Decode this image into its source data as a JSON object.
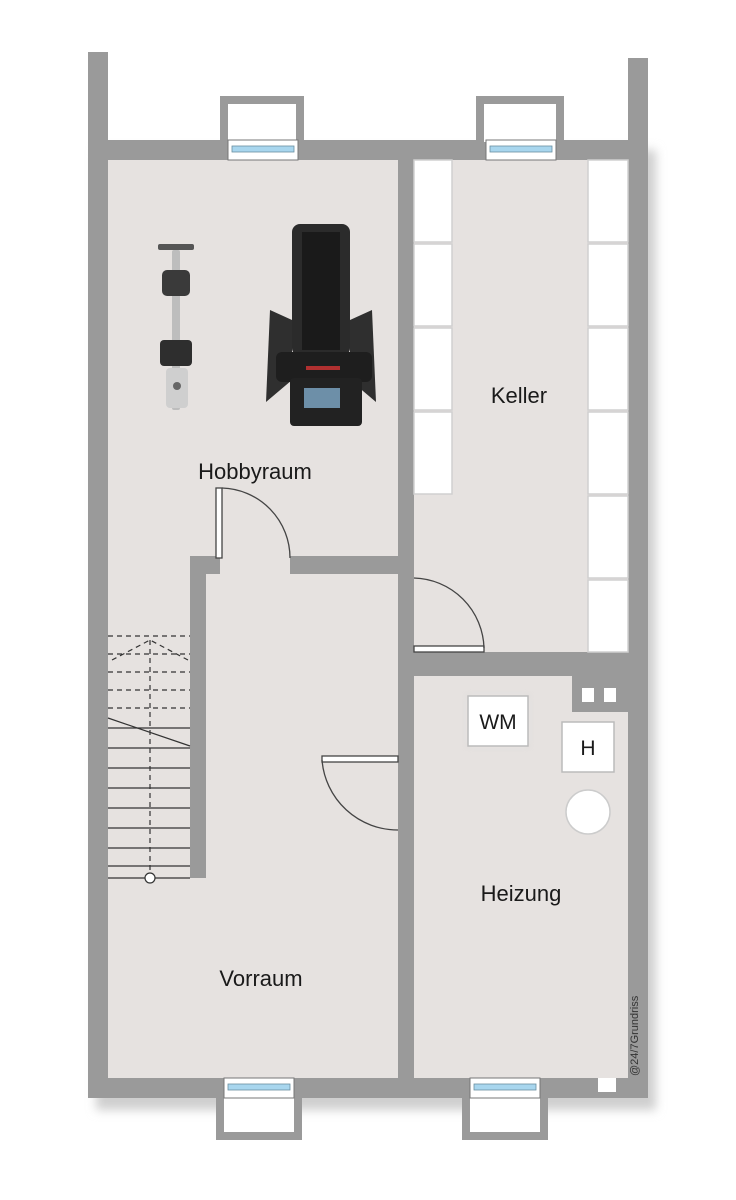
{
  "rooms": {
    "hobbyraum": "Hobbyraum",
    "keller": "Keller",
    "vorraum": "Vorraum",
    "heizung": "Heizung"
  },
  "fixtures": {
    "washing_machine": "WM",
    "heater": "H"
  },
  "credit": "@24/7Grundriss",
  "colors": {
    "wall": "#9a9a9a",
    "floor": "#e6e2e0",
    "shadow": "#cfcfcf",
    "window_glass": "#a8d6ee"
  }
}
